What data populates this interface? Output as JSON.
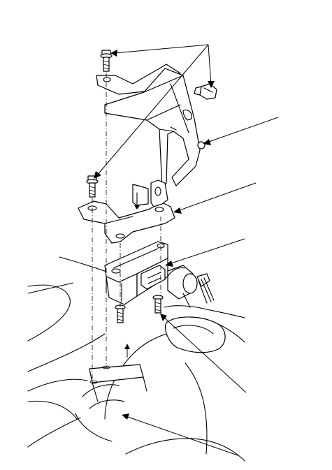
{
  "diagram": {
    "background": "#ffffff",
    "line_color": "#000000",
    "components": [
      {
        "id": "upper-bracket",
        "icon": "sheet-metal-bracket"
      },
      {
        "id": "lower-bracket",
        "icon": "mounting-bracket"
      },
      {
        "id": "control-module",
        "icon": "electronic-control-unit"
      },
      {
        "id": "connector",
        "icon": "wire-harness-connector"
      },
      {
        "id": "bolts",
        "icon": "flange-bolt"
      },
      {
        "id": "body-panel",
        "icon": "vehicle-body-outline"
      }
    ]
  }
}
